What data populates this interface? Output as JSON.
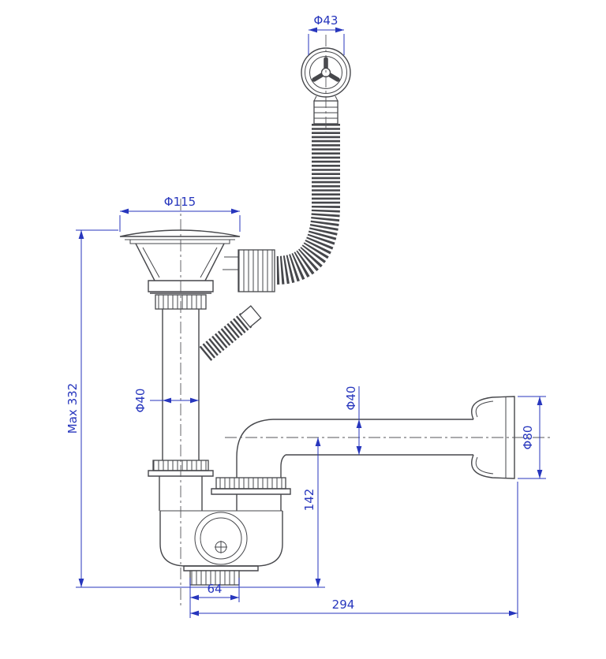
{
  "colors": {
    "dimension": "#2736bd",
    "drawing_line": "#46474b",
    "background": "#ffffff"
  },
  "dimensions": {
    "overflow_cap_diameter": "Φ43",
    "strainer_diameter": "Φ115",
    "max_height": "Max 332",
    "tailpipe_diameter": "Φ40",
    "outlet_pipe_diameter": "Φ40",
    "wall_cup_diameter": "Φ80",
    "trap_depth": "142",
    "trap_outlet_width": "64",
    "horizontal_reach": "294"
  }
}
